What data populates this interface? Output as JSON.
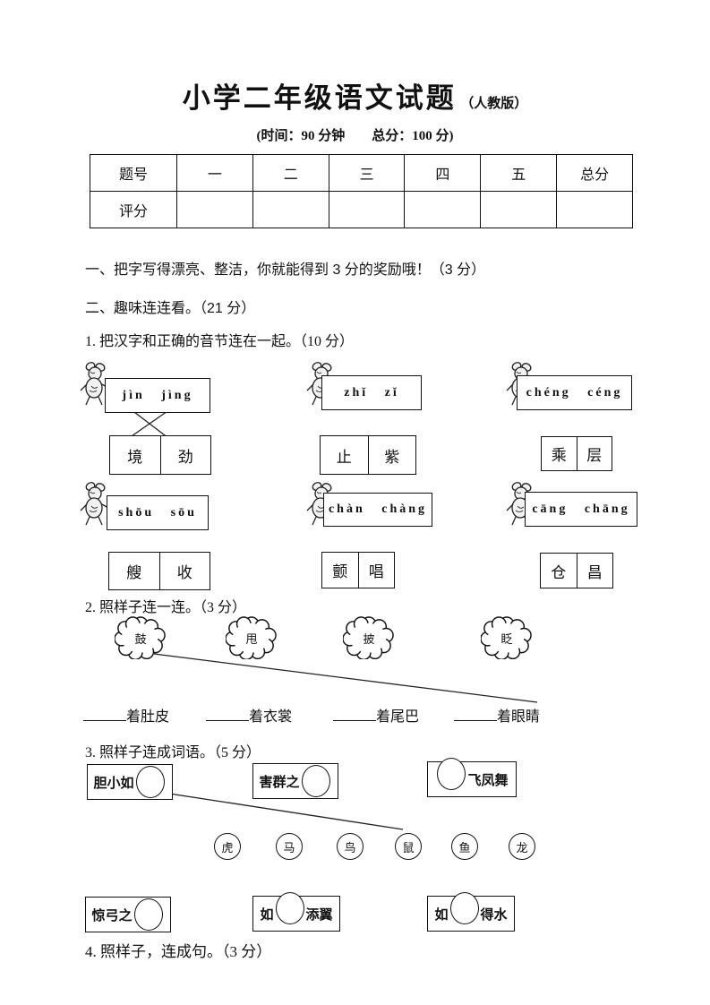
{
  "colors": {
    "ink": "#111111",
    "paper": "#ffffff"
  },
  "page": {
    "title": "小学二年级语文试题",
    "edition": "（人教版）",
    "subtitle": "(时间：90 分钟　　总分：100 分)"
  },
  "score_table": {
    "header": [
      "题号",
      "一",
      "二",
      "三",
      "四",
      "五",
      "总分"
    ],
    "row_label": "评分"
  },
  "sections": {
    "s1": "一、把字写得漂亮、整洁，你就能得到 3 分的奖励哦！（3 分）",
    "s2": "二、趣味连连看。（21 分）",
    "q1": "1. 把汉字和正确的音节连在一起。（10 分）",
    "q2": "2. 照样子连一连。（3 分）",
    "q3": "3. 照样子连成词语。（5 分）",
    "q4": "4. 照样子，连成句。（3 分）"
  },
  "pinyin_match": {
    "items": [
      {
        "pinyin": "jìn jìng",
        "chars": [
          "境",
          "劲"
        ]
      },
      {
        "pinyin": "zhǐ zǐ",
        "chars": [
          "止",
          "紫"
        ]
      },
      {
        "pinyin": "chéng céng",
        "chars": [
          "乘",
          "层"
        ]
      },
      {
        "pinyin": "shōu sōu",
        "chars": [
          "艘",
          "收"
        ]
      },
      {
        "pinyin": "chàn chàng",
        "chars": [
          "颤",
          "唱"
        ]
      },
      {
        "pinyin": "cāng chāng",
        "chars": [
          "仓",
          "昌"
        ]
      }
    ]
  },
  "cloud_match": {
    "clouds": [
      "鼓",
      "甩",
      "披",
      "眨"
    ],
    "phrases": [
      "着肚皮",
      "着衣裳",
      "着尾巴",
      "着眼睛"
    ]
  },
  "idiom_match": {
    "top_boxes": [
      {
        "pre": "胆小如",
        "post": ""
      },
      {
        "pre": "害群之",
        "post": ""
      },
      {
        "pre": "",
        "post": "飞凤舞"
      }
    ],
    "animals": [
      "虎",
      "马",
      "鸟",
      "鼠",
      "鱼",
      "龙"
    ],
    "bottom_boxes": [
      {
        "pre": "惊弓之",
        "post": ""
      },
      {
        "pre": "如",
        "post": "添翼"
      },
      {
        "pre": "如",
        "post": "得水"
      }
    ]
  }
}
